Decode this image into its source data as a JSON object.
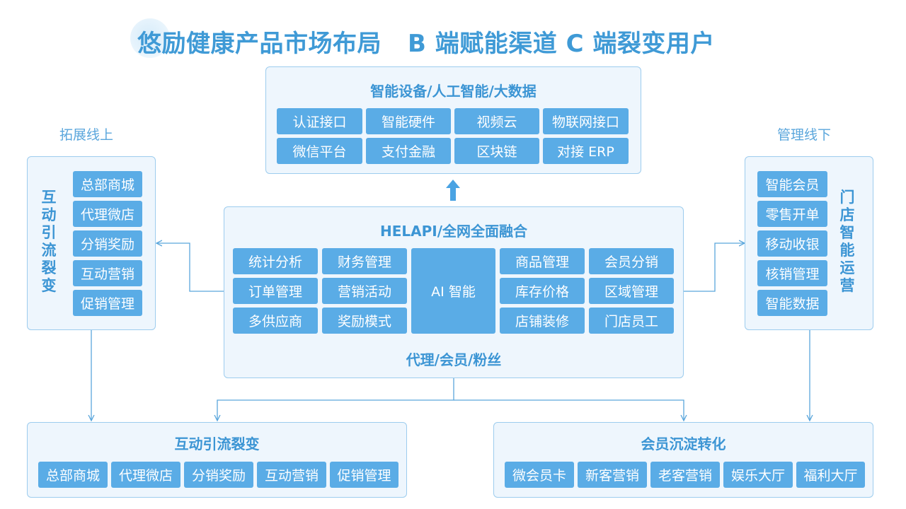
{
  "title": "悠励健康产品市场布局   B 端赋能渠道 C 端裂变用户",
  "top_panel": {
    "title": "智能设备/人工智能/大数据",
    "items": [
      "认证接口",
      "智能硬件",
      "视频云",
      "物联网接口",
      "微信平台",
      "支付金融",
      "区块链",
      "对接 ERP"
    ]
  },
  "center_panel": {
    "title": "HELAPI/全网全面融合",
    "left_items": [
      "统计分析",
      "财务管理",
      "订单管理",
      "营销活动",
      "多供应商",
      "奖励模式"
    ],
    "ai_label": "AI 智能",
    "right_items": [
      "商品管理",
      "会员分销",
      "库存价格",
      "区域管理",
      "店铺装修",
      "门店员工"
    ],
    "footer": "代理/会员/粉丝"
  },
  "left_panel": {
    "heading": "拓展线上",
    "vertical_label": "互动引流裂变",
    "items": [
      "总部商城",
      "代理微店",
      "分销奖励",
      "互动营销",
      "促销管理"
    ]
  },
  "right_panel": {
    "heading": "管理线下",
    "vertical_label": "门店智能运营",
    "items": [
      "智能会员",
      "零售开单",
      "移动收银",
      "核销管理",
      "智能数据"
    ]
  },
  "bottom_left_panel": {
    "title": "互动引流裂变",
    "items": [
      "总部商城",
      "代理微店",
      "分销奖励",
      "互动营销",
      "促销管理"
    ]
  },
  "bottom_right_panel": {
    "title": "会员沉淀转化",
    "items": [
      "微会员卡",
      "新客营销",
      "老客营销",
      "娱乐大厅",
      "福利大厅"
    ]
  },
  "colors": {
    "accent": "#3f9ad6",
    "box": "#5aace6",
    "panel_bg": "#eef6fd",
    "panel_border": "#9dccee",
    "line": "#5aa6dc"
  }
}
